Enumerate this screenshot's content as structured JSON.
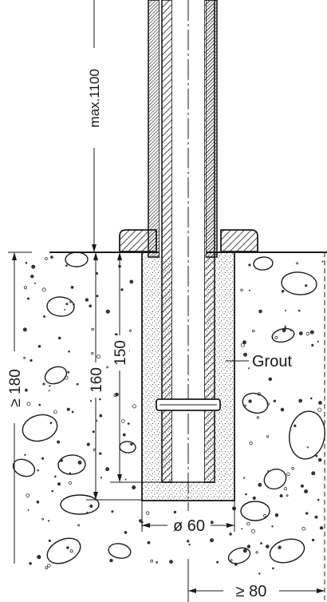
{
  "diagram": {
    "labels": {
      "max_height": "max.1100",
      "depth_150": "150",
      "depth_160": "160",
      "depth_180": "≥ 180",
      "grout": "Grout",
      "diameter": "ø 60",
      "spacing": "≥ 80"
    },
    "colors": {
      "line": "#1a1a1a",
      "background": "#ffffff",
      "hatch": "#1a1a1a",
      "concrete_specks": "#333333"
    }
  }
}
